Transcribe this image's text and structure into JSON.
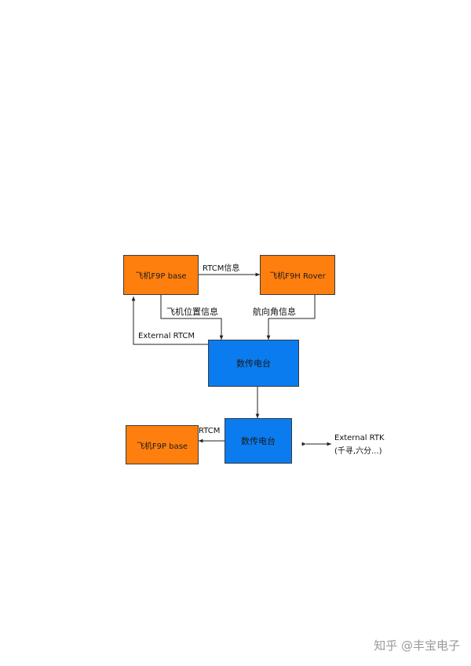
{
  "nodes": {
    "top_base": "飞机F9P base",
    "top_rover": "飞机F9H Rover",
    "radio_upper": "数传电台",
    "radio_lower": "数传电台",
    "bottom_base": "飞机F9P base"
  },
  "edge_labels": {
    "rtcm_info": "RTCM信息",
    "position_info": "飞机位置信息",
    "heading_info": "航向角信息",
    "external_rtcm": "External RTCM",
    "rtcm": "RTCM",
    "external_rtk_line1": "External RTK",
    "external_rtk_line2": "(千寻,六分...)"
  },
  "watermark": "知乎 @丰宝电子",
  "colors": {
    "base_box": "#ff7f0e",
    "radio_box": "#0a7cf0"
  }
}
